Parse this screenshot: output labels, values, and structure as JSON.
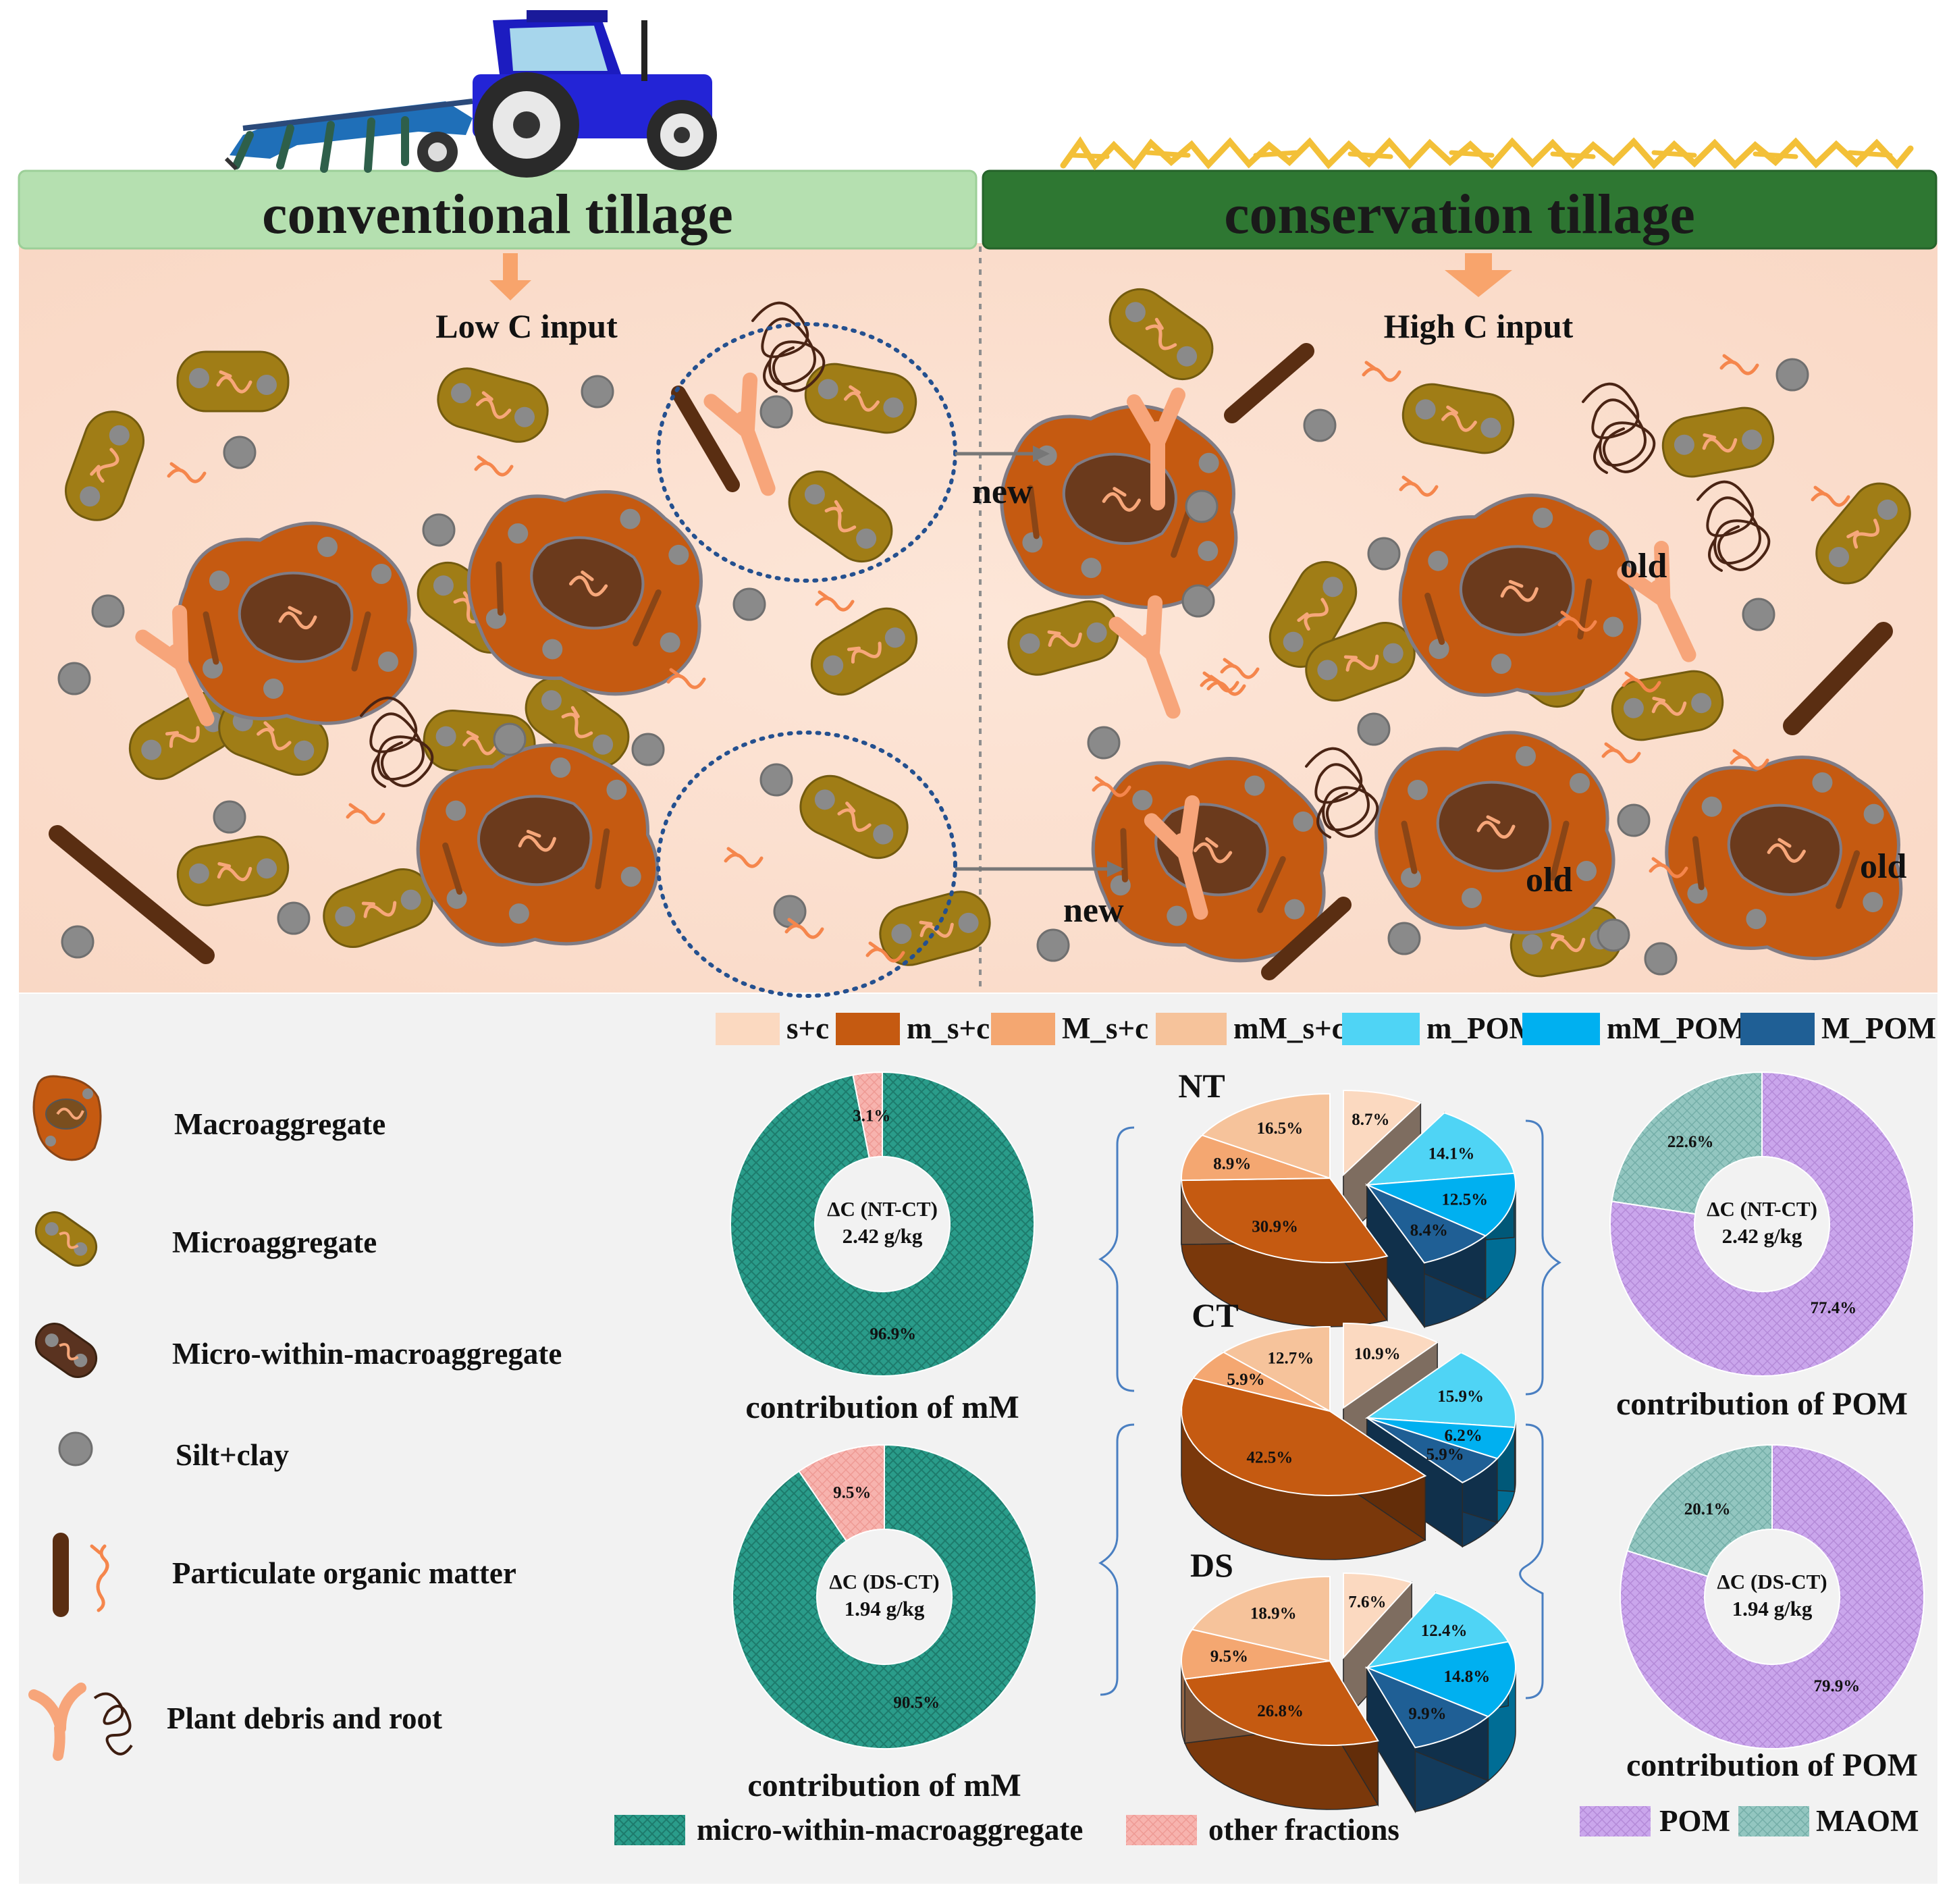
{
  "banner": {
    "left_title": "conventional tillage",
    "right_title": "conservation tillage",
    "left_input": "Low C input",
    "right_input": "High C input",
    "new_label": "new",
    "old_label": "old"
  },
  "legend": {
    "macro": "Macroaggregate",
    "micro": "Microaggregate",
    "mwm": "Micro-within-macroaggregate",
    "silt": "Silt+clay",
    "pom": "Particulate organic matter",
    "plant": "Plant debris and root"
  },
  "fraction_legend": [
    {
      "label": "s+c",
      "color": "#fbd9c0"
    },
    {
      "label": "m_s+c",
      "color": "#c55a11"
    },
    {
      "label": "M_s+c",
      "color": "#f4a771"
    },
    {
      "label": "mM_s+c",
      "color": "#f6c39b"
    },
    {
      "label": "m_POM",
      "color": "#4fd4f5"
    },
    {
      "label": "mM_POM",
      "color": "#00b0f0"
    },
    {
      "label": "M_POM",
      "color": "#1f5f95"
    }
  ],
  "bottom_legend": {
    "mwm": "micro-within-macroaggregate",
    "other": "other fractions",
    "pom": "POM",
    "maom": "MAOM"
  },
  "colors": {
    "teal": "#2a9c8a",
    "pink": "#f4aaa6",
    "purple": "#c8a2e8",
    "maom": "#8fc3bd",
    "light_green": "#b5e0b0",
    "dark_green": "#2e7732",
    "soil": "#fbe1d3"
  },
  "chart_data": [
    {
      "type": "pie",
      "name": "mM contribution NT-CT",
      "center_text": [
        "ΔC (NT-CT)",
        "2.42 g/kg"
      ],
      "caption": "contribution of mM",
      "slices": [
        {
          "label": "micro-within-macroaggregate",
          "value": 96.9
        },
        {
          "label": "other fractions",
          "value": 3.1
        }
      ]
    },
    {
      "type": "pie",
      "name": "mM contribution DS-CT",
      "center_text": [
        "ΔC (DS-CT)",
        "1.94 g/kg"
      ],
      "caption": "contribution of mM",
      "slices": [
        {
          "label": "micro-within-macroaggregate",
          "value": 90.5
        },
        {
          "label": "other fractions",
          "value": 9.5
        }
      ]
    },
    {
      "type": "pie",
      "name": "NT",
      "slices": [
        {
          "label": "s+c",
          "value": 8.7
        },
        {
          "label": "m_POM",
          "value": 14.1
        },
        {
          "label": "mM_POM",
          "value": 12.5
        },
        {
          "label": "M_POM",
          "value": 8.4
        },
        {
          "label": "m_s+c",
          "value": 30.9
        },
        {
          "label": "M_s+c",
          "value": 8.9
        },
        {
          "label": "mM_s+c",
          "value": 16.5
        }
      ]
    },
    {
      "type": "pie",
      "name": "CT",
      "slices": [
        {
          "label": "s+c",
          "value": 10.9
        },
        {
          "label": "m_POM",
          "value": 15.9
        },
        {
          "label": "mM_POM",
          "value": 6.2
        },
        {
          "label": "M_POM",
          "value": 5.9
        },
        {
          "label": "m_s+c",
          "value": 42.5
        },
        {
          "label": "M_s+c",
          "value": 5.9
        },
        {
          "label": "mM_s+c",
          "value": 12.7
        }
      ]
    },
    {
      "type": "pie",
      "name": "DS",
      "slices": [
        {
          "label": "s+c",
          "value": 7.6
        },
        {
          "label": "m_POM",
          "value": 12.4
        },
        {
          "label": "mM_POM",
          "value": 14.8
        },
        {
          "label": "M_POM",
          "value": 9.9
        },
        {
          "label": "m_s+c",
          "value": 26.8
        },
        {
          "label": "M_s+c",
          "value": 9.5
        },
        {
          "label": "mM_s+c",
          "value": 18.9
        }
      ]
    },
    {
      "type": "pie",
      "name": "POM contribution NT-CT",
      "center_text": [
        "ΔC (NT-CT)",
        "2.42 g/kg"
      ],
      "caption": "contribution of POM",
      "slices": [
        {
          "label": "POM",
          "value": 77.4
        },
        {
          "label": "MAOM",
          "value": 22.6
        }
      ]
    },
    {
      "type": "pie",
      "name": "POM contribution DS-CT",
      "center_text": [
        "ΔC (DS-CT)",
        "1.94 g/kg"
      ],
      "caption": "contribution of POM",
      "slices": [
        {
          "label": "POM",
          "value": 79.9
        },
        {
          "label": "MAOM",
          "value": 20.1
        }
      ]
    }
  ]
}
